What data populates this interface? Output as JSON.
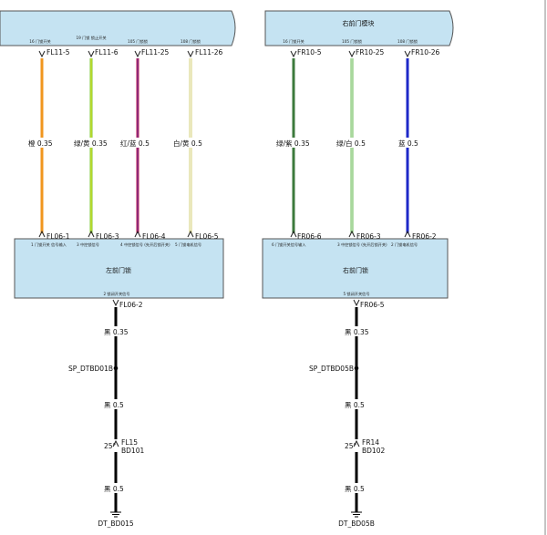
{
  "modules": {
    "left_top": {
      "title": "",
      "pins": [
        {
          "desc": "16 门锁开关",
          "connector": "FL11-5"
        },
        {
          "desc": "19 门锁 锁止开关",
          "connector": "FL11-6"
        },
        {
          "desc": "105 门锁锁",
          "connector": "FL11-25"
        },
        {
          "desc": "108 门锁锁",
          "connector": "FL11-26"
        }
      ]
    },
    "right_top": {
      "title": "右前门模块",
      "pins": [
        {
          "desc": "16 门锁开关",
          "connector": "FR10-5"
        },
        {
          "desc": "105 门锁锁",
          "connector": "FR10-25"
        },
        {
          "desc": "108 门锁锁",
          "connector": "FR10-26"
        }
      ]
    },
    "left_lock": {
      "title": "左前门锁",
      "bottom_pin": "2 锁闭开关信号",
      "pins": [
        {
          "desc": "1 门锁开关 信号输入",
          "connector": "FL06-1"
        },
        {
          "desc": "3 中控锁信号",
          "connector": "FL06-3"
        },
        {
          "desc": "4 中控锁信号 (先开后锁开关)",
          "connector": "FL06-4"
        },
        {
          "desc": "5 门锁电机信号",
          "connector": "FL06-5"
        }
      ]
    },
    "right_lock": {
      "title": "右前门锁",
      "bottom_pin": "5 锁闭开关信号",
      "pins": [
        {
          "desc": "6 门锁开关信号输入",
          "connector": "FR06-6"
        },
        {
          "desc": "3 中控锁信号 (先开后锁开关)",
          "connector": "FR06-3"
        },
        {
          "desc": "2 门锁电机信号",
          "connector": "FR06-2"
        }
      ]
    }
  },
  "wires": {
    "left": [
      {
        "label": "橙 0.35",
        "color": "#f0961e"
      },
      {
        "label": "绿/黄 0.35",
        "color": "#7ec832"
      },
      {
        "label": "红/蓝 0.5",
        "color": "#c81e50"
      },
      {
        "label": "白/黄 0.5",
        "color": "#d6d27a"
      }
    ],
    "right": [
      {
        "label": "绿/紫 0.35",
        "color": "#3c7a3c"
      },
      {
        "label": "绿/白 0.5",
        "color": "#6ebe5a"
      },
      {
        "label": "蓝 0.5",
        "color": "#1e28c8"
      }
    ]
  },
  "ground_left": {
    "connector": "FL06-2",
    "wire1": "黑 0.35",
    "splice": "SP_DTBD01B",
    "wire2": "黑 0.5",
    "angle": "25°",
    "inline_top": "FL15",
    "inline_bottom": "BD101",
    "wire3": "黑 0.5",
    "ground": "DT_BD015"
  },
  "ground_right": {
    "connector": "FR06-5",
    "wire1": "黑 0.35",
    "splice": "SP_DTBD05B",
    "wire2": "黑 0.5",
    "angle": "25°",
    "inline_top": "FR14",
    "inline_bottom": "BD102",
    "wire3": "黑 0.5",
    "ground": "DT_BD05B"
  },
  "colors": {
    "module_fill": "#c5e3f2",
    "ground_wire": "#000000"
  }
}
